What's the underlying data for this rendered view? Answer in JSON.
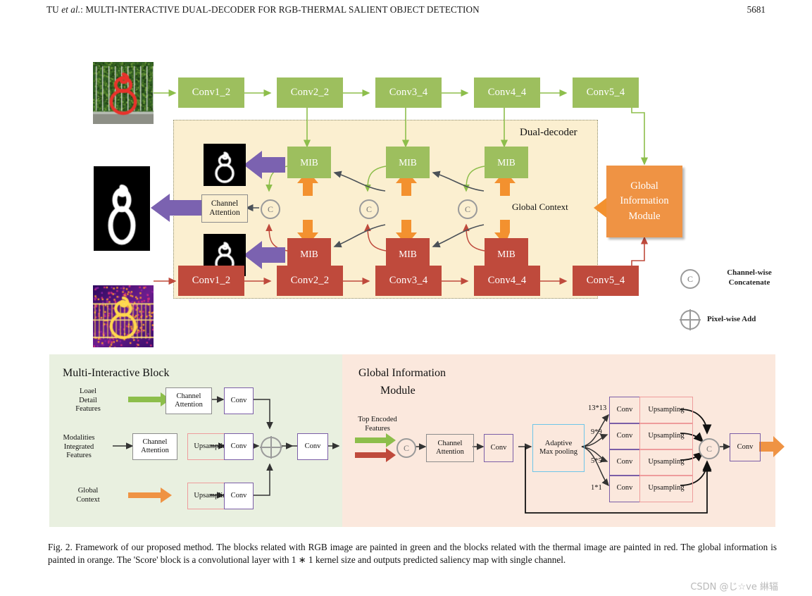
{
  "running_head": {
    "prefix": "TU ",
    "italic": "et al.",
    "suffix": ": MULTI-INTERACTIVE DUAL-DECODER FOR RGB-THERMAL SALIENT OBJECT DETECTION",
    "page_number": "5681"
  },
  "figure": {
    "decoder_label": "Dual-decoder",
    "global_context_label": "Global Context",
    "gim_block_lines": [
      "Global",
      "Information",
      "Module"
    ],
    "channel_attention_lines": [
      "Channel",
      "Attention"
    ],
    "rgb_encoder": [
      {
        "label": "Conv1_2"
      },
      {
        "label": "Conv2_2"
      },
      {
        "label": "Conv3_4"
      },
      {
        "label": "Conv4_4"
      },
      {
        "label": "Conv5_4"
      }
    ],
    "thermal_encoder": [
      {
        "label": "Conv1_2"
      },
      {
        "label": "Conv2_2"
      },
      {
        "label": "Conv3_4"
      },
      {
        "label": "Conv4_4"
      },
      {
        "label": "Conv5_4"
      }
    ],
    "mib_green": [
      "MIB",
      "MIB",
      "MIB"
    ],
    "mib_red": [
      "MIB",
      "MIB",
      "MIB"
    ],
    "concat_glyph": "C",
    "legend": [
      {
        "icon": "concat-circle-icon",
        "lines": [
          "Channel-wise",
          "Concatenate"
        ]
      },
      {
        "icon": "pixel-add-circle-icon",
        "lines": [
          "Pixel-wise Add"
        ]
      }
    ]
  },
  "mi_panel": {
    "title": "Multi-Interactive Block",
    "inputs": [
      {
        "lines": [
          "Loael",
          "Detail",
          "Features"
        ],
        "arrow_color": "#8DBE4B"
      },
      {
        "lines": [
          "Modalities",
          "Integrated",
          "Features"
        ],
        "arrow_color": "#3a3a3a"
      },
      {
        "lines": [
          "Global",
          "Context"
        ],
        "arrow_color": "#EF9344"
      }
    ],
    "row1": [
      {
        "label": "Channel\nAttention",
        "style": "gray"
      },
      {
        "label": "Conv",
        "style": "purple"
      }
    ],
    "row2": [
      {
        "label": "Channel\nAttention",
        "style": "gray"
      },
      {
        "label": "Upsampling",
        "style": "pink"
      },
      {
        "label": "Conv",
        "style": "purple"
      }
    ],
    "row3": [
      {
        "label": "Upsampling",
        "style": "pink"
      },
      {
        "label": "Conv",
        "style": "purple"
      }
    ],
    "merge_icon": "pixel-add-circle-icon",
    "output_conv": "Conv"
  },
  "gi_panel": {
    "title_lines": [
      "Global Information",
      "Module"
    ],
    "input_label_lines": [
      "Top Encoded",
      "Features"
    ],
    "input_arrows": [
      {
        "color": "#8DBE4B"
      },
      {
        "color": "#BF4A3C"
      }
    ],
    "concat_glyph": "C",
    "channel_attention": "Channel\nAttention",
    "conv_before_pool": "Conv",
    "pooling_lines": [
      "Adaptive",
      "Max pooling"
    ],
    "branches": [
      {
        "kernel": "13*13",
        "conv": "Conv",
        "upsampling": "Upsampling"
      },
      {
        "kernel": "9*9",
        "conv": "Conv",
        "upsampling": "Upsampling"
      },
      {
        "kernel": "5*5",
        "conv": "Conv",
        "upsampling": "Upsampling"
      },
      {
        "kernel": "1*1",
        "conv": "Conv",
        "upsampling": "Upsampling"
      }
    ],
    "final_conv": "Conv"
  },
  "caption": "Fig. 2.    Framework of our proposed method. The blocks related with RGB image are painted in green and the blocks related with the thermal image are painted in red. The global information is painted in orange. The 'Score' block is a convolutional layer with 1 ∗ 1 kernel size and outputs predicted saliency map with single channel.",
  "watermark": "CSDN @じ☆ve 綝辐",
  "colors": {
    "green": "#9DBF5E",
    "red": "#BF4A3C",
    "orange": "#EF9344",
    "purple_arrow": "#7B62B0",
    "decoder_bg": "#FBEFD0",
    "mi_panel_bg": "#E9F0E0",
    "gi_panel_bg": "#FBE8DD",
    "conv_border_purple": "#7B5EA7",
    "upsampling_border_pink": "#EE9C9C",
    "pool_border_blue": "#6EC5E9"
  }
}
